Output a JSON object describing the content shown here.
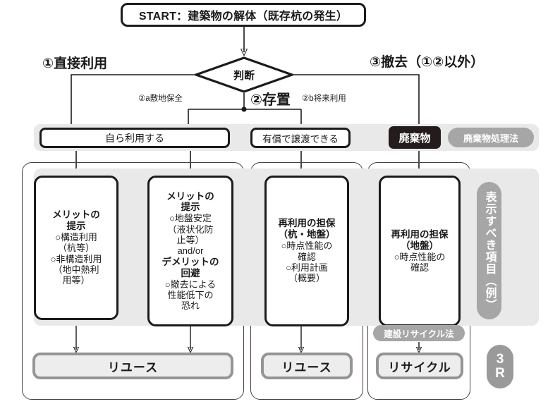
{
  "diagram": {
    "start": {
      "label": "START：建築物の解体（既存杭の発生）"
    },
    "decision": {
      "label": "判断"
    },
    "branches": {
      "b1": "①直接利用",
      "b2": "②存置",
      "b2a": "②a敷地保全",
      "b2b": "②b将来利用",
      "b3": "③撤去（①②以外）"
    },
    "row_labels": {
      "self_use": "自ら利用する",
      "paid_transfer": "有償で譲渡できる",
      "waste_badge": "廃棄物",
      "waste_law_pill": "廃棄物処理法"
    },
    "cards": [
      {
        "name": "merit-structural",
        "lines": [
          {
            "text": "メリットの",
            "style": "head"
          },
          {
            "text": "提示",
            "style": "head"
          },
          {
            "text": "○構造利用",
            "style": "item"
          },
          {
            "text": "（杭等）",
            "style": "item"
          },
          {
            "text": "○非構造利用",
            "style": "item"
          },
          {
            "text": "（地中熱利",
            "style": "item"
          },
          {
            "text": "用等）",
            "style": "item"
          }
        ]
      },
      {
        "name": "merit-ground",
        "lines": [
          {
            "text": "メリットの",
            "style": "head"
          },
          {
            "text": "提示",
            "style": "head"
          },
          {
            "text": "○地盤安定",
            "style": "item"
          },
          {
            "text": "（液状化防",
            "style": "item"
          },
          {
            "text": "止等）",
            "style": "item"
          },
          {
            "text": "and/or",
            "style": "item"
          },
          {
            "text": "デメリットの",
            "style": "head"
          },
          {
            "text": "回避",
            "style": "head"
          },
          {
            "text": "○撤去による",
            "style": "item"
          },
          {
            "text": "性能低下の",
            "style": "item"
          },
          {
            "text": "恐れ",
            "style": "item"
          }
        ]
      },
      {
        "name": "reuse-guarantee-pile-ground",
        "lines": [
          {
            "text": "再利用の担保",
            "style": "head"
          },
          {
            "text": "（杭・地盤）",
            "style": "head"
          },
          {
            "text": "○時点性能の",
            "style": "item"
          },
          {
            "text": "確認",
            "style": "item"
          },
          {
            "text": "○利用計画",
            "style": "item"
          },
          {
            "text": "（概要）",
            "style": "item"
          }
        ]
      },
      {
        "name": "reuse-guarantee-ground",
        "lines": [
          {
            "text": "再利用の担保",
            "style": "head"
          },
          {
            "text": "（地盤）",
            "style": "head"
          },
          {
            "text": "○時点性能の",
            "style": "item"
          },
          {
            "text": "確認",
            "style": "item"
          }
        ]
      }
    ],
    "results": {
      "reuse_a": "リユース",
      "reuse_b": "リユース",
      "recycle_c": "リサイクル"
    },
    "pills": {
      "construction_recycle_law": "建設リサイクル法",
      "display_items": "表示すべき項目（例）",
      "three_r_top": "3",
      "three_r_bottom": "R"
    },
    "colors": {
      "ink": "#1d1a1a",
      "band_gray": "#e9e9e9",
      "pill_gray": "#a6a6a6",
      "result_border": "#959595",
      "result_fill": "#ededed",
      "waste_dark": "#241c1c"
    }
  }
}
